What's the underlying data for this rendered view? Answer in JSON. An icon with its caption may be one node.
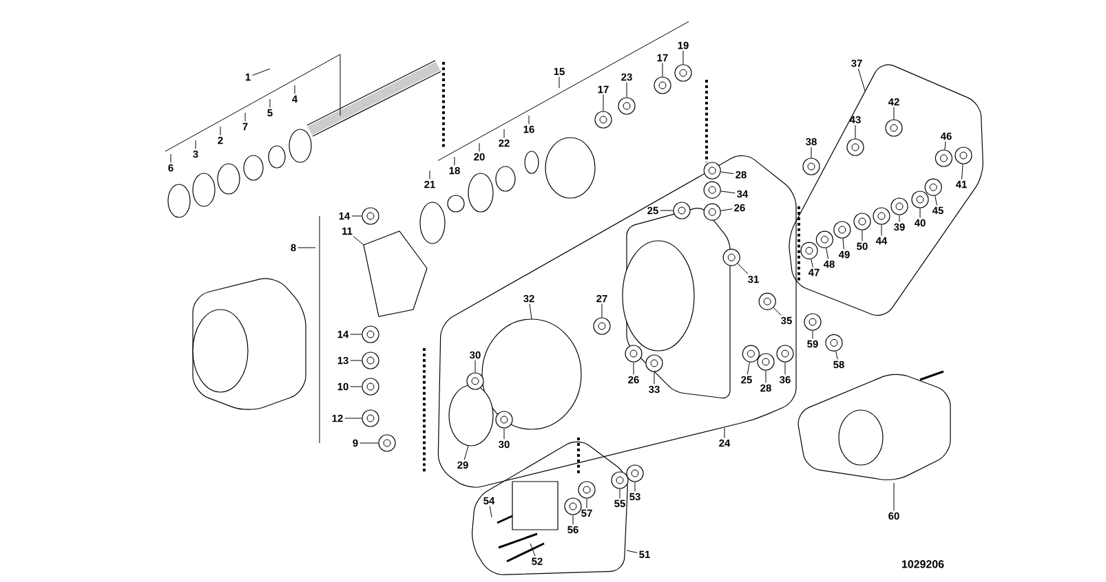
{
  "diagram": {
    "nodes": [
      {
        "text": [
          "1"
        ]
      },
      {
        "text": [
          "2"
        ]
      },
      {
        "text": [
          "3"
        ]
      },
      {
        "text": [
          "4"
        ]
      },
      {
        "text": [
          "5"
        ]
      },
      {
        "text": [
          "6"
        ]
      },
      {
        "text": [
          "7"
        ]
      },
      {
        "text": [
          "15"
        ]
      },
      {
        "text": [
          "17"
        ]
      },
      {
        "text": [
          "23"
        ]
      },
      {
        "text": [
          "17"
        ]
      },
      {
        "text": [
          "19"
        ]
      },
      {
        "text": [
          "16"
        ]
      },
      {
        "text": [
          "22"
        ]
      },
      {
        "text": [
          "20"
        ]
      },
      {
        "text": [
          "18"
        ]
      },
      {
        "text": [
          "21"
        ]
      },
      {
        "text": [
          "37"
        ]
      },
      {
        "text": [
          "42"
        ]
      },
      {
        "text": [
          "43"
        ]
      },
      {
        "text": [
          "38"
        ]
      },
      {
        "text": [
          "46"
        ]
      },
      {
        "text": [
          "41"
        ]
      },
      {
        "text": [
          "45"
        ]
      },
      {
        "text": [
          "40"
        ]
      },
      {
        "text": [
          "39"
        ]
      },
      {
        "text": [
          "44"
        ]
      },
      {
        "text": [
          "50"
        ]
      },
      {
        "text": [
          "49"
        ]
      },
      {
        "text": [
          "48"
        ]
      },
      {
        "text": [
          "47"
        ]
      },
      {
        "text": [
          "14"
        ]
      },
      {
        "text": [
          "11"
        ]
      },
      {
        "text": [
          "8"
        ]
      },
      {
        "text": [
          "14"
        ]
      },
      {
        "text": [
          "13"
        ]
      },
      {
        "text": [
          "10"
        ]
      },
      {
        "text": [
          "12"
        ]
      },
      {
        "text": [
          "9"
        ]
      },
      {
        "text": [
          "28"
        ]
      },
      {
        "text": [
          "34"
        ]
      },
      {
        "text": [
          "26"
        ]
      },
      {
        "text": [
          "25"
        ]
      },
      {
        "text": [
          "31"
        ]
      },
      {
        "text": [
          "32"
        ]
      },
      {
        "text": [
          "27"
        ]
      },
      {
        "text": [
          "35"
        ]
      },
      {
        "text": [
          "59"
        ]
      },
      {
        "text": [
          "58"
        ]
      },
      {
        "text": [
          "30"
        ]
      },
      {
        "text": [
          "30"
        ]
      },
      {
        "text": [
          "29"
        ]
      },
      {
        "text": [
          "26"
        ]
      },
      {
        "text": [
          "33"
        ]
      },
      {
        "text": [
          "25"
        ]
      },
      {
        "text": [
          "28"
        ]
      },
      {
        "text": [
          "36"
        ]
      },
      {
        "text": [
          "24"
        ]
      },
      {
        "text": [
          "54"
        ]
      },
      {
        "text": [
          "56"
        ]
      },
      {
        "text": [
          "57"
        ]
      },
      {
        "text": [
          "55"
        ]
      },
      {
        "text": [
          "53"
        ]
      },
      {
        "text": [
          "52"
        ]
      },
      {
        "text": [
          "51"
        ]
      },
      {
        "text": [
          "60"
        ]
      },
      {
        "text": [],
        "shape": "circle"
      },
      {
        "text": [],
        "shape": "circle"
      },
      {
        "text": [],
        "shape": "circle"
      },
      {
        "text": [],
        "shape": "circle"
      },
      {
        "text": [],
        "shape": "circle"
      },
      {
        "text": [],
        "shape": "circle"
      },
      {
        "text": [],
        "shape": "circle"
      },
      {
        "text": [],
        "shape": "circle"
      },
      {
        "text": [],
        "shape": "circle"
      },
      {
        "text": [],
        "shape": "circle"
      },
      {
        "text": [],
        "shape": "circle"
      },
      {
        "text": [],
        "shape": "circle"
      },
      {
        "text": [],
        "shape": "circle"
      },
      {
        "text": [],
        "shape": "circle"
      },
      {
        "text": [],
        "shape": "circle"
      },
      {
        "text": [],
        "shape": "circle"
      },
      {
        "text": [],
        "shape": "circle"
      },
      {
        "text": [],
        "shape": "circle"
      },
      {
        "text": [],
        "shape": "circle"
      },
      {
        "text": [],
        "shape": "circle"
      },
      {
        "text": [],
        "shape": "circle"
      },
      {
        "text": [],
        "shape": "circle"
      },
      {
        "text": [],
        "shape": "circle"
      },
      {
        "text": [],
        "shape": "circle"
      },
      {
        "text": [],
        "shape": "circle"
      },
      {
        "text": [],
        "shape": "circle"
      },
      {
        "text": [],
        "shape": "circle"
      },
      {
        "text": [],
        "shape": "circle"
      },
      {
        "text": [],
        "shape": "circle"
      },
      {
        "text": [],
        "shape": "circle"
      },
      {
        "text": [],
        "shape": "circle"
      },
      {
        "text": [],
        "shape": "circle"
      },
      {
        "text": [],
        "shape": "circle"
      },
      {
        "text": [],
        "shape": "circle"
      },
      {
        "text": [],
        "shape": "circle"
      },
      {
        "text": [],
        "shape": "circle"
      },
      {
        "text": [],
        "shape": "circle"
      },
      {
        "text": [],
        "shape": "circle"
      },
      {
        "text": [],
        "shape": "circle"
      },
      {
        "text": [],
        "shape": "circle"
      },
      {
        "text": [],
        "shape": "circle"
      },
      {
        "text": [],
        "shape": "circle"
      },
      {
        "text": [],
        "shape": "circle"
      }
    ],
    "edges": [
      {
        "from": 0,
        "to": null,
        "arrow": "none"
      },
      {
        "from": 1,
        "to": null,
        "arrow": "none"
      },
      {
        "from": 2,
        "to": null,
        "arrow": "none"
      },
      {
        "from": 3,
        "to": null,
        "arrow": "none"
      },
      {
        "from": 4,
        "to": null,
        "arrow": "none"
      },
      {
        "from": 5,
        "to": null,
        "arrow": "none"
      },
      {
        "from": 6,
        "to": null,
        "arrow": "none"
      },
      {
        "from": 7,
        "to": null,
        "arrow": "none"
      },
      {
        "from": 8,
        "to": 66,
        "arrow": "none"
      },
      {
        "from": 9,
        "to": 67,
        "arrow": "none"
      },
      {
        "from": 10,
        "to": 68,
        "arrow": "none"
      },
      {
        "from": 11,
        "to": 69,
        "arrow": "none"
      },
      {
        "from": 12,
        "to": null,
        "arrow": "none"
      },
      {
        "from": 13,
        "to": null,
        "arrow": "none"
      },
      {
        "from": 14,
        "to": null,
        "arrow": "none"
      },
      {
        "from": 15,
        "to": null,
        "arrow": "none"
      },
      {
        "from": 16,
        "to": null,
        "arrow": "none"
      },
      {
        "from": 17,
        "to": null,
        "arrow": "none"
      },
      {
        "from": 18,
        "to": 70,
        "arrow": "none"
      },
      {
        "from": 19,
        "to": 71,
        "arrow": "none"
      },
      {
        "from": 20,
        "to": 72,
        "arrow": "none"
      },
      {
        "from": 21,
        "to": 73,
        "arrow": "none"
      },
      {
        "from": 22,
        "to": 74,
        "arrow": "none"
      },
      {
        "from": 23,
        "to": 75,
        "arrow": "none"
      },
      {
        "from": 24,
        "to": 76,
        "arrow": "none"
      },
      {
        "from": 25,
        "to": 77,
        "arrow": "none"
      },
      {
        "from": 26,
        "to": 78,
        "arrow": "none"
      },
      {
        "from": 27,
        "to": 79,
        "arrow": "none"
      },
      {
        "from": 28,
        "to": 80,
        "arrow": "none"
      },
      {
        "from": 29,
        "to": 81,
        "arrow": "none"
      },
      {
        "from": 30,
        "to": 82,
        "arrow": "none"
      },
      {
        "from": 31,
        "to": 83,
        "arrow": "none"
      },
      {
        "from": 32,
        "to": null,
        "arrow": "none"
      },
      {
        "from": 33,
        "to": null,
        "arrow": "none"
      },
      {
        "from": 34,
        "to": 84,
        "arrow": "none"
      },
      {
        "from": 35,
        "to": 85,
        "arrow": "none"
      },
      {
        "from": 36,
        "to": 86,
        "arrow": "none"
      },
      {
        "from": 37,
        "to": 87,
        "arrow": "none"
      },
      {
        "from": 38,
        "to": 88,
        "arrow": "none"
      },
      {
        "from": 39,
        "to": 89,
        "arrow": "none"
      },
      {
        "from": 40,
        "to": 90,
        "arrow": "none"
      },
      {
        "from": 41,
        "to": 91,
        "arrow": "none"
      },
      {
        "from": 42,
        "to": 92,
        "arrow": "none"
      },
      {
        "from": 43,
        "to": 93,
        "arrow": "none"
      },
      {
        "from": 44,
        "to": null,
        "arrow": "none"
      },
      {
        "from": 45,
        "to": 94,
        "arrow": "none"
      },
      {
        "from": 46,
        "to": 95,
        "arrow": "none"
      },
      {
        "from": 47,
        "to": 96,
        "arrow": "none"
      },
      {
        "from": 48,
        "to": 97,
        "arrow": "none"
      },
      {
        "from": 49,
        "to": 98,
        "arrow": "none"
      },
      {
        "from": 50,
        "to": 99,
        "arrow": "none"
      },
      {
        "from": 51,
        "to": null,
        "arrow": "none"
      },
      {
        "from": 52,
        "to": 100,
        "arrow": "none"
      },
      {
        "from": 53,
        "to": 101,
        "arrow": "none"
      },
      {
        "from": 54,
        "to": 102,
        "arrow": "none"
      },
      {
        "from": 55,
        "to": 103,
        "arrow": "none"
      },
      {
        "from": 56,
        "to": 104,
        "arrow": "none"
      },
      {
        "from": 57,
        "to": null,
        "arrow": "none"
      },
      {
        "from": 58,
        "to": null,
        "arrow": "none"
      },
      {
        "from": 59,
        "to": 105,
        "arrow": "none"
      },
      {
        "from": 60,
        "to": 106,
        "arrow": "none"
      },
      {
        "from": 61,
        "to": 107,
        "arrow": "none"
      },
      {
        "from": 62,
        "to": 108,
        "arrow": "none"
      },
      {
        "from": 63,
        "to": null,
        "arrow": "none"
      },
      {
        "from": 64,
        "to": null,
        "arrow": "none"
      },
      {
        "from": 65,
        "to": null,
        "arrow": "none"
      }
    ],
    "labels": [
      "1029206"
    ]
  }
}
